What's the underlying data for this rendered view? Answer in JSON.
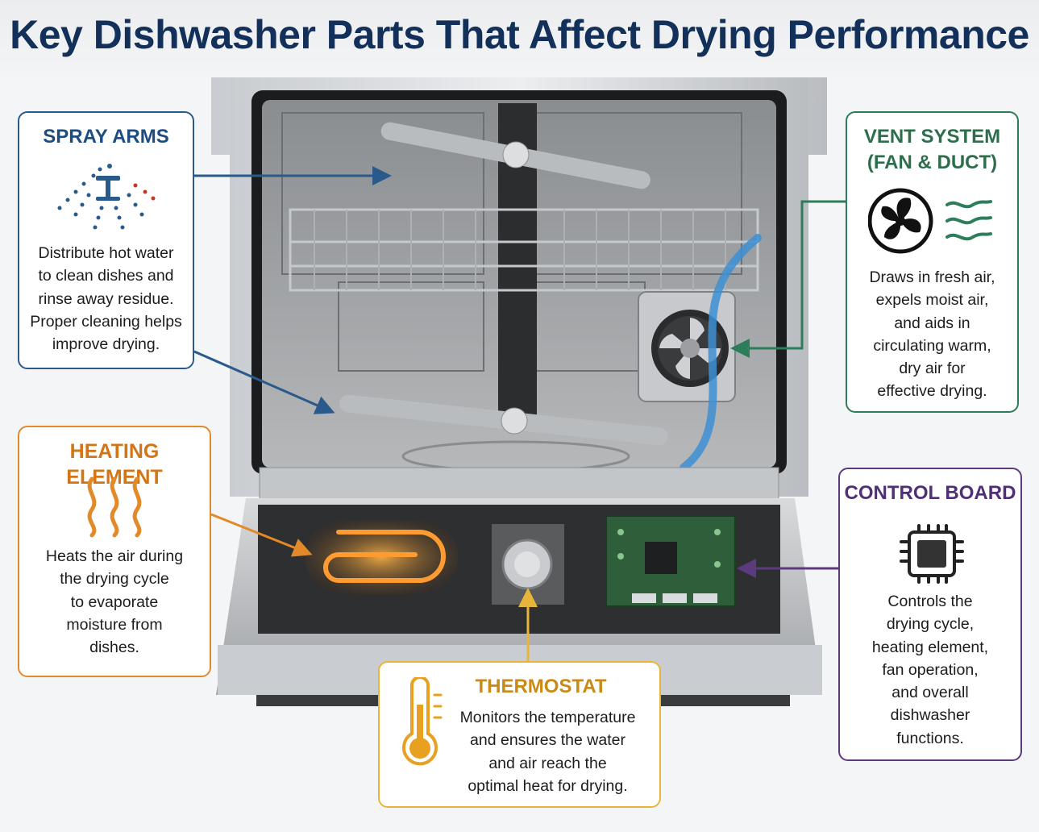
{
  "title": "Key Dishwasher Parts That Affect Drying Performance",
  "colors": {
    "spray_arms": "#2a5a8c",
    "vent_system": "#2e7d5a",
    "heating_element": "#e28a2a",
    "control_board": "#5b3a7e",
    "thermostat": "#e8b53b"
  },
  "parts": {
    "spray_arms": {
      "title": "SPRAY ARMS",
      "icon": "spray-arm-icon",
      "desc": [
        "Distribute hot water",
        "to clean dishes and",
        "rinse away residue.",
        "Proper cleaning helps",
        "improve drying."
      ]
    },
    "vent_system": {
      "title": [
        "VENT SYSTEM",
        "(FAN & DUCT)"
      ],
      "icon": "fan-icon",
      "desc": [
        "Draws in fresh air,",
        "expels moist air,",
        "and aids in",
        "circulating warm,",
        "dry air for",
        "effective drying."
      ]
    },
    "heating_element": {
      "title": "HEATING ELEMENT",
      "icon": "heat-waves-icon",
      "desc": [
        "Heats the air during",
        "the drying cycle",
        "to evaporate",
        "moisture from",
        "dishes."
      ]
    },
    "control_board": {
      "title": "CONTROL BOARD",
      "icon": "chip-icon",
      "desc": [
        "Controls the",
        "drying cycle,",
        "heating element,",
        "fan operation,",
        "and overall",
        "dishwasher",
        "functions."
      ]
    },
    "thermostat": {
      "title": "THERMOSTAT",
      "icon": "thermometer-icon",
      "desc": [
        "Monitors the temperature",
        "and ensures the water",
        "and air reach the",
        "optimal heat for drying."
      ]
    }
  }
}
